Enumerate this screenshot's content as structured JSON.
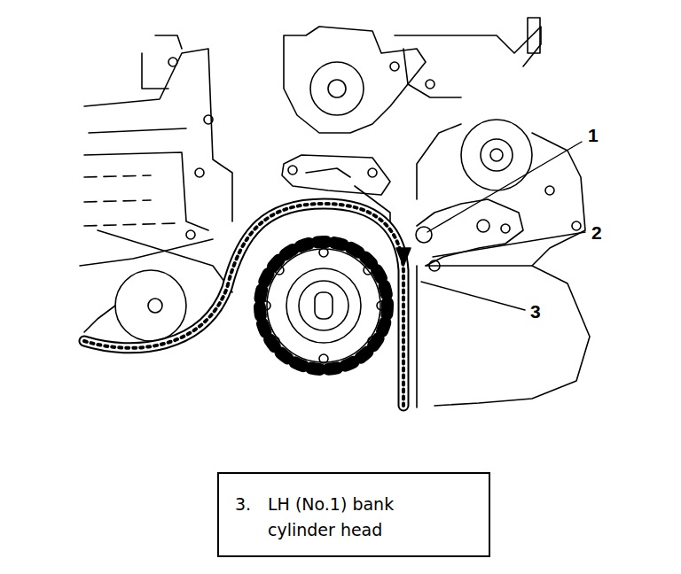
{
  "diagram": {
    "nodes": [
      {
        "text": [
          "3.",
          "LH (No.1) bank cylinder head"
        ]
      }
    ],
    "labels": [
      "1",
      "2",
      "3"
    ]
  }
}
